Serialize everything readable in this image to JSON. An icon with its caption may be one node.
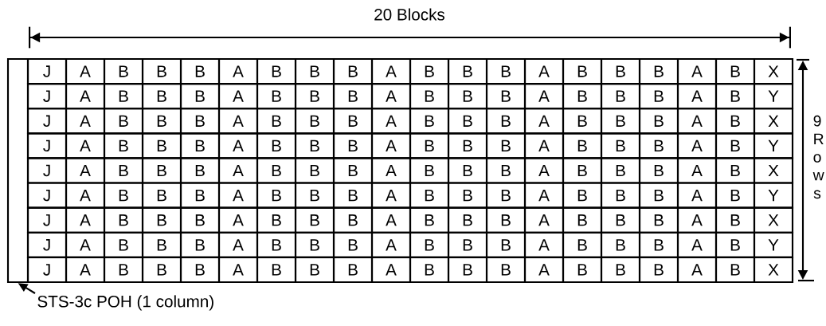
{
  "diagram": {
    "nodes": [
      {
        "text": [
          "STS-3c POH (1 column)"
        ]
      },
      {
        "text": [],
        "shape": "box"
      }
    ],
    "edges": [
      {
        "from": 0,
        "to": 1,
        "arrow": "to"
      }
    ],
    "labels": [
      "20 Blocks",
      "J",
      "A",
      "B",
      "B",
      "B",
      "A",
      "B",
      "B",
      "B",
      "A",
      "B",
      "B",
      "B",
      "A",
      "B",
      "B",
      "B",
      "A",
      "B",
      "X",
      "J",
      "A",
      "B",
      "B",
      "B",
      "A",
      "B",
      "B",
      "B",
      "A",
      "B",
      "B",
      "B",
      "A",
      "B",
      "B",
      "B",
      "A",
      "B",
      "Y",
      "J",
      "A",
      "B",
      "B",
      "B",
      "A",
      "B",
      "B",
      "B",
      "A",
      "B",
      "B",
      "B",
      "A",
      "B",
      "B",
      "B",
      "A",
      "B",
      "X",
      "J",
      "A",
      "B",
      "B",
      "B",
      "A",
      "B",
      "B",
      "B",
      "A",
      "B",
      "B",
      "B",
      "A",
      "B",
      "B",
      "B",
      "A",
      "B",
      "Y",
      "J",
      "A",
      "B",
      "B",
      "B",
      "A",
      "B",
      "B",
      "B",
      "A",
      "B",
      "B",
      "B",
      "A",
      "B",
      "B",
      "B",
      "A",
      "B",
      "X",
      "J",
      "A",
      "B",
      "B",
      "B",
      "A",
      "B",
      "B",
      "B",
      "A",
      "B",
      "B",
      "B",
      "A",
      "B",
      "B",
      "B",
      "A",
      "B",
      "Y",
      "J",
      "A",
      "B",
      "B",
      "B",
      "A",
      "B",
      "B",
      "B",
      "A",
      "B",
      "B",
      "B",
      "A",
      "B",
      "B",
      "B",
      "A",
      "B",
      "X",
      "J",
      "A",
      "B",
      "B",
      "B",
      "A",
      "B",
      "B",
      "B",
      "A",
      "B",
      "B",
      "B",
      "A",
      "B",
      "B",
      "B",
      "A",
      "B",
      "Y",
      "J",
      "A",
      "B",
      "B",
      "B",
      "A",
      "B",
      "B",
      "B",
      "A",
      "B",
      "B",
      "B",
      "A",
      "B",
      "B",
      "B",
      "A",
      "B",
      "X",
      "9 R o w s"
    ]
  }
}
